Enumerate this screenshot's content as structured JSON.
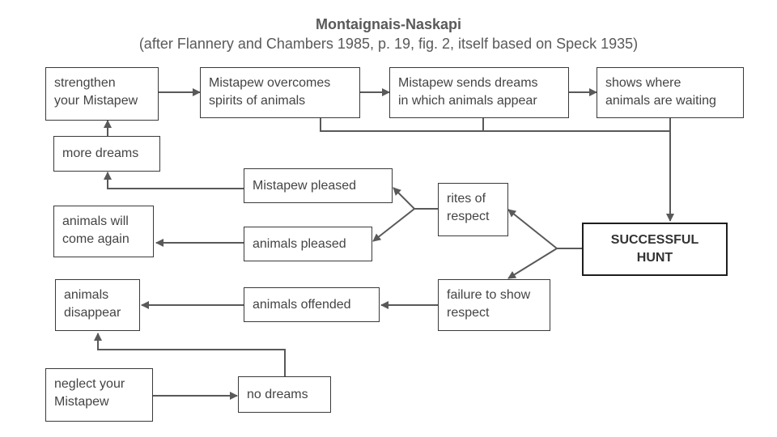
{
  "title": "Montaignais-Naskapi",
  "subtitle": "(after Flannery and Chambers 1985, p. 19, fig. 2, itself based on Speck 1935)",
  "nodes": {
    "strengthen": "strengthen\nyour Mistapew",
    "overcomes": "Mistapew overcomes\nspirits of animals",
    "sends_dreams": "Mistapew sends dreams\nin which animals appear",
    "shows_where": "shows where\nanimals are waiting",
    "more_dreams": "more dreams",
    "mistapew_pleased": "Mistapew pleased",
    "rites": "rites of\nrespect",
    "come_again": "animals will\ncome again",
    "animals_pleased": "animals pleased",
    "successful_hunt": "SUCCESSFUL\nHUNT",
    "disappear": "animals\ndisappear",
    "offended": "animals offended",
    "failure": "failure to show\nrespect",
    "neglect": "neglect your\nMistapew",
    "no_dreams": "no dreams"
  },
  "colors": {
    "line": "#595959",
    "border": "#3a3a3a"
  }
}
